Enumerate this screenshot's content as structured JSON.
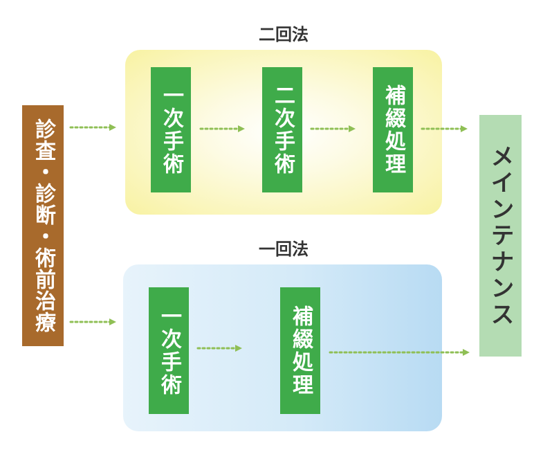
{
  "colors": {
    "step_box": "#3fab4a",
    "start_box": "#a86a2c",
    "end_box": "#b4dcb3",
    "arrow": "#8fbf55",
    "two_stage_panel": "#f8f2a2",
    "one_stage_panel": "#b8dbf3"
  },
  "start": {
    "label": "診査・診断・術前治療"
  },
  "end": {
    "label": "メインテナンス"
  },
  "two_stage": {
    "title": "二回法",
    "steps": [
      "一次手術",
      "二次手術",
      "補綴処理"
    ]
  },
  "one_stage": {
    "title": "一回法",
    "steps": [
      "一次手術",
      "補綴処理"
    ]
  }
}
